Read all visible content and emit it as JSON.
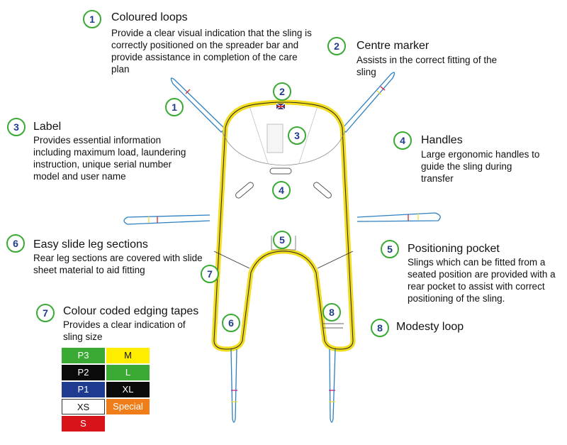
{
  "callouts": [
    {
      "num": "1",
      "title": "Coloured loops",
      "desc": "Provide a clear visual indication that the sling is correctly positioned on the spreader bar and provide assistance in completion of the care plan"
    },
    {
      "num": "2",
      "title": "Centre marker",
      "desc": "Assists in the correct fitting of the sling"
    },
    {
      "num": "3",
      "title": "Label",
      "desc": "Provides essential information including maximum load, laundering instruction, unique serial number model and user name"
    },
    {
      "num": "4",
      "title": "Handles",
      "desc": "Large ergonomic handles to guide the sling during transfer"
    },
    {
      "num": "5",
      "title": "Positioning pocket",
      "desc": "Slings which can be fitted from a seated position are provided with a rear pocket to assist with correct positioning of the sling."
    },
    {
      "num": "6",
      "title": "Easy slide leg sections",
      "desc": "Rear leg sections are covered with slide sheet material to aid fitting"
    },
    {
      "num": "7",
      "title": "Colour coded edging tapes",
      "desc": "Provides a clear indication of sling size"
    },
    {
      "num": "8",
      "title": "Modesty loop",
      "desc": ""
    }
  ],
  "markers": [
    "1",
    "2",
    "3",
    "4",
    "5",
    "6",
    "7",
    "8"
  ],
  "sizes": [
    {
      "label": "P3",
      "bg": "#3aaa35",
      "fg": "#ffffff"
    },
    {
      "label": "M",
      "bg": "#ffed00",
      "fg": "#111111"
    },
    {
      "label": "P2",
      "bg": "#0a0a0a",
      "fg": "#ffffff"
    },
    {
      "label": "L",
      "bg": "#3aaa35",
      "fg": "#ffffff"
    },
    {
      "label": "P1",
      "bg": "#1f3b8f",
      "fg": "#ffffff"
    },
    {
      "label": "XL",
      "bg": "#0a0a0a",
      "fg": "#ffffff"
    },
    {
      "label": "XS",
      "bg": "#ffffff",
      "fg": "#111111"
    },
    {
      "label": "Special",
      "bg": "#ef7d1a",
      "fg": "#ffffff"
    },
    {
      "label": "S",
      "bg": "#d7141a",
      "fg": "#ffffff"
    }
  ],
  "colors": {
    "accent": "#3aaa35",
    "number": "#1f3b8f",
    "edging": "#f2dc1e",
    "strap": "#2c7fc1"
  }
}
